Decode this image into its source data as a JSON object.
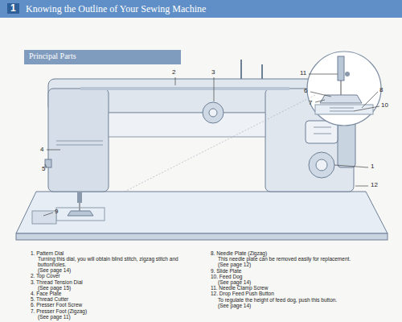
{
  "diagram": {
    "title": "Knowing the Outline of Your Sewing Machine",
    "labels": [
      "1",
      "Principal Parts",
      "2",
      "3",
      "4",
      "5",
      "9",
      "1",
      "12",
      "11",
      "6",
      "7",
      "8",
      "10",
      "1. Pattern Dial",
      "Turning this dial, you will obtain blind stitch, zigzag stitch and buttonholes.",
      "(See page 14)",
      "2. Top Cover",
      "3. Thread Tension Dial",
      "(See page 15)",
      "4. Face Plate",
      "5. Thread Cutter",
      "6. Presser Foot Screw",
      "7. Presser Foot (Zigzag)",
      "(See page 11)",
      "8. Needle Plate (Zigzag)",
      "This needle plate can be removed easily for replacement.",
      "(See page 12)",
      "9. Slide Plate",
      "10. Feed Dog",
      "(See page 14)",
      "11. Needle Clamp Screw",
      "12. Drop Feed Push Button",
      "To regulate the height of feed dog, push this button.",
      "(See page 14)"
    ]
  }
}
